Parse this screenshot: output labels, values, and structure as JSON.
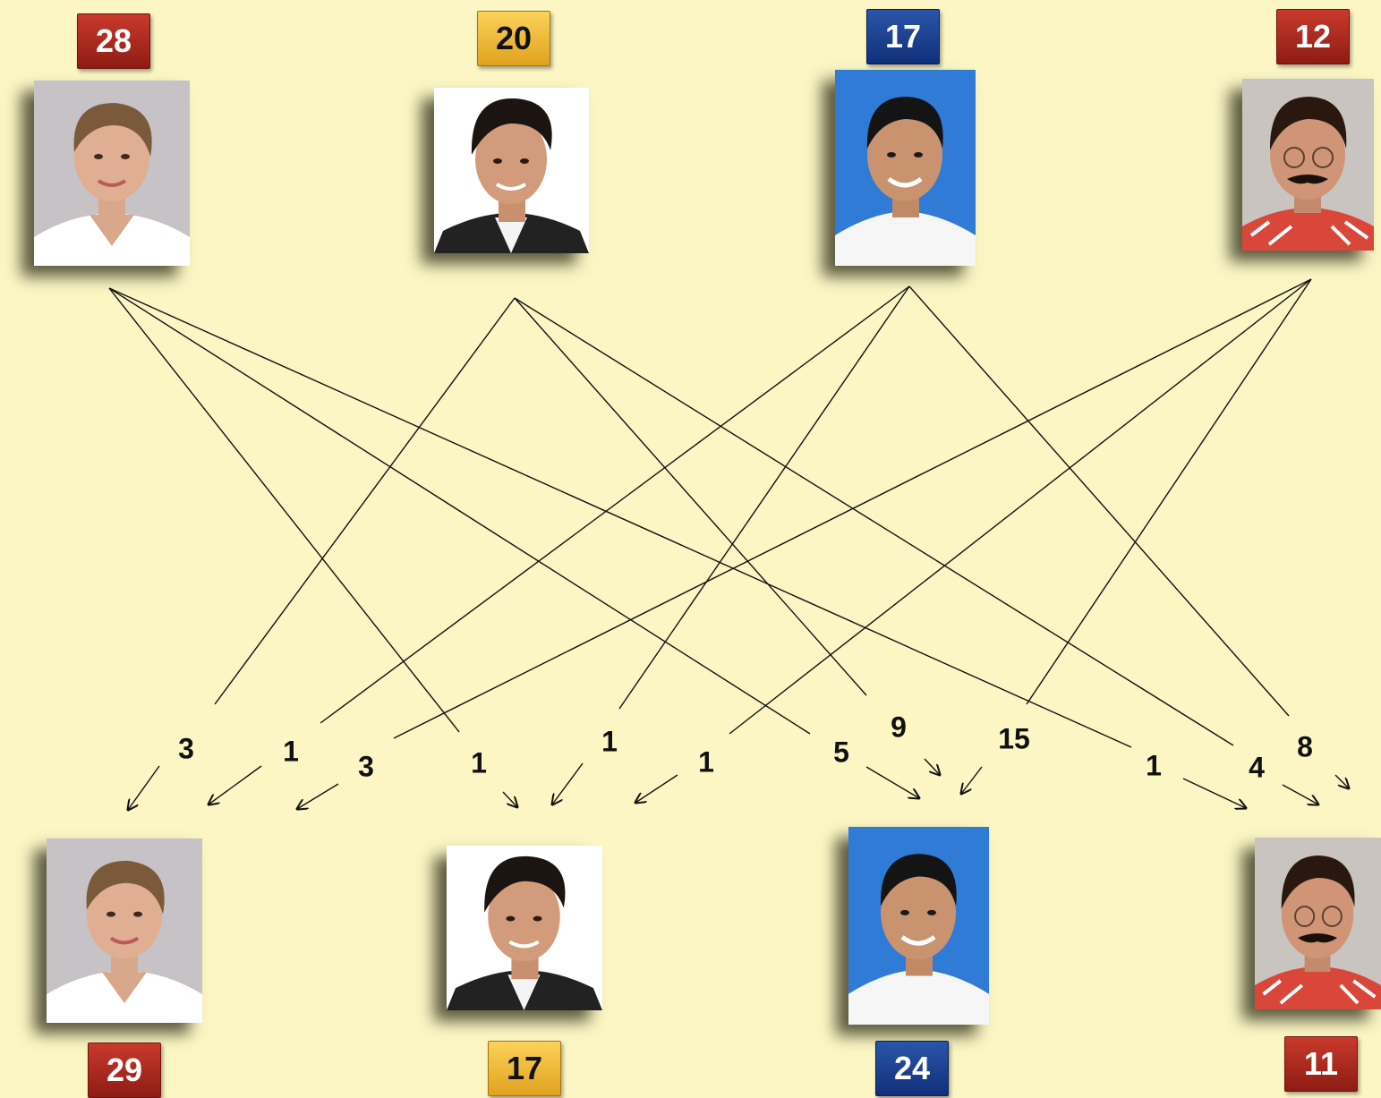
{
  "candidates": {
    "c1": {
      "before": "28",
      "after": "29",
      "color": "red",
      "icon": "candidate-1-portrait-icon"
    },
    "c2": {
      "before": "20",
      "after": "17",
      "color": "yellow",
      "icon": "candidate-2-portrait-icon"
    },
    "c3": {
      "before": "17",
      "after": "24",
      "color": "blue",
      "icon": "candidate-3-portrait-icon"
    },
    "c4": {
      "before": "12",
      "after": "11",
      "color": "red",
      "icon": "candidate-4-portrait-icon"
    }
  },
  "flows": [
    {
      "from": "c2",
      "to": "c1",
      "value": "3"
    },
    {
      "from": "c3",
      "to": "c1",
      "value": "1"
    },
    {
      "from": "c4",
      "to": "c1",
      "value": "3"
    },
    {
      "from": "c1",
      "to": "c2",
      "value": "1"
    },
    {
      "from": "c3",
      "to": "c2",
      "value": "1"
    },
    {
      "from": "c4",
      "to": "c2",
      "value": "1"
    },
    {
      "from": "c1",
      "to": "c3",
      "value": "5"
    },
    {
      "from": "c2",
      "to": "c3",
      "value": "9"
    },
    {
      "from": "c4",
      "to": "c3",
      "value": "15"
    },
    {
      "from": "c1",
      "to": "c4",
      "value": "1"
    },
    {
      "from": "c2",
      "to": "c4",
      "value": "4"
    },
    {
      "from": "c3",
      "to": "c4",
      "value": "8"
    }
  ],
  "colors": {
    "background": "#fbf6c4",
    "badge_red": "#b02a20",
    "badge_yellow": "#f2bb3a",
    "badge_blue": "#1d3f8f"
  }
}
